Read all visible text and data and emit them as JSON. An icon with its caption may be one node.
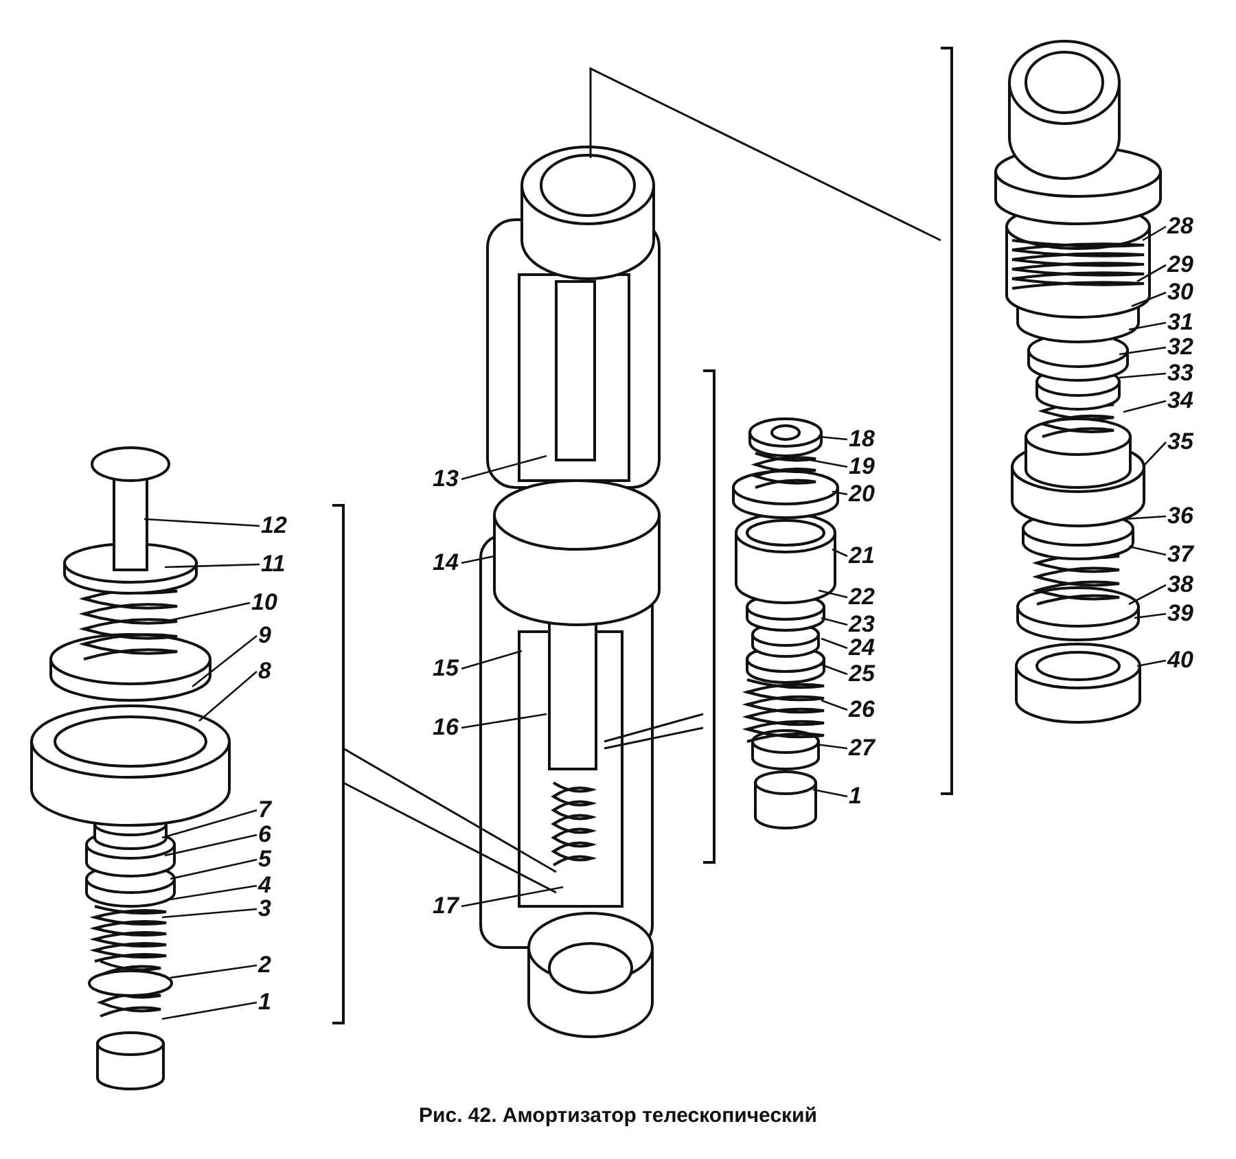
{
  "diagram": {
    "caption": "Рис. 42. Амортизатор телескопический",
    "nodes": [
      {
        "text": [
          "12"
        ]
      },
      {
        "text": [
          "11"
        ]
      },
      {
        "text": [
          "10"
        ]
      },
      {
        "text": [
          "9"
        ]
      },
      {
        "text": [
          "8"
        ]
      },
      {
        "text": [
          "7"
        ]
      },
      {
        "text": [
          "6"
        ]
      },
      {
        "text": [
          "5"
        ]
      },
      {
        "text": [
          "4"
        ]
      },
      {
        "text": [
          "3"
        ]
      },
      {
        "text": [
          "2"
        ]
      },
      {
        "text": [
          "1"
        ]
      },
      {
        "text": [
          "13"
        ]
      },
      {
        "text": [
          "14"
        ]
      },
      {
        "text": [
          "15"
        ]
      },
      {
        "text": [
          "16"
        ]
      },
      {
        "text": [
          "17"
        ]
      },
      {
        "text": [
          "18"
        ]
      },
      {
        "text": [
          "19"
        ]
      },
      {
        "text": [
          "20"
        ]
      },
      {
        "text": [
          "21"
        ]
      },
      {
        "text": [
          "22"
        ]
      },
      {
        "text": [
          "23"
        ]
      },
      {
        "text": [
          "24"
        ]
      },
      {
        "text": [
          "25"
        ]
      },
      {
        "text": [
          "26"
        ]
      },
      {
        "text": [
          "27"
        ]
      },
      {
        "text": [
          "1"
        ]
      },
      {
        "text": [
          "28"
        ]
      },
      {
        "text": [
          "29"
        ]
      },
      {
        "text": [
          "30"
        ]
      },
      {
        "text": [
          "31"
        ]
      },
      {
        "text": [
          "32"
        ]
      },
      {
        "text": [
          "33"
        ]
      },
      {
        "text": [
          "34"
        ]
      },
      {
        "text": [
          "35"
        ]
      },
      {
        "text": [
          "36"
        ]
      },
      {
        "text": [
          "37"
        ]
      },
      {
        "text": [
          "38"
        ]
      },
      {
        "text": [
          "39"
        ]
      },
      {
        "text": [
          "40"
        ]
      }
    ],
    "edges": [
      {
        "from": 0,
        "to": null,
        "arrow": "none"
      },
      {
        "from": 1,
        "to": null,
        "arrow": "none"
      },
      {
        "from": 2,
        "to": null,
        "arrow": "none"
      },
      {
        "from": 3,
        "to": null,
        "arrow": "none"
      },
      {
        "from": 4,
        "to": null,
        "arrow": "none"
      },
      {
        "from": 5,
        "to": null,
        "arrow": "none"
      },
      {
        "from": 6,
        "to": null,
        "arrow": "none"
      },
      {
        "from": 7,
        "to": null,
        "arrow": "none"
      },
      {
        "from": 8,
        "to": null,
        "arrow": "none"
      },
      {
        "from": 9,
        "to": null,
        "arrow": "none"
      },
      {
        "from": 10,
        "to": null,
        "arrow": "none"
      },
      {
        "from": 11,
        "to": null,
        "arrow": "none"
      },
      {
        "from": 12,
        "to": null,
        "arrow": "none"
      },
      {
        "from": 13,
        "to": null,
        "arrow": "none"
      },
      {
        "from": 14,
        "to": null,
        "arrow": "none"
      },
      {
        "from": 15,
        "to": null,
        "arrow": "none"
      },
      {
        "from": 16,
        "to": null,
        "arrow": "none"
      },
      {
        "from": 17,
        "to": null,
        "arrow": "none"
      },
      {
        "from": 18,
        "to": null,
        "arrow": "none"
      },
      {
        "from": 19,
        "to": null,
        "arrow": "none"
      },
      {
        "from": 20,
        "to": null,
        "arrow": "none"
      },
      {
        "from": 21,
        "to": null,
        "arrow": "none"
      },
      {
        "from": 22,
        "to": null,
        "arrow": "none"
      },
      {
        "from": 23,
        "to": null,
        "arrow": "none"
      },
      {
        "from": 24,
        "to": null,
        "arrow": "none"
      },
      {
        "from": 25,
        "to": null,
        "arrow": "none"
      },
      {
        "from": 26,
        "to": null,
        "arrow": "none"
      },
      {
        "from": 27,
        "to": null,
        "arrow": "none"
      },
      {
        "from": 28,
        "to": null,
        "arrow": "none"
      },
      {
        "from": 29,
        "to": null,
        "arrow": "none"
      },
      {
        "from": 30,
        "to": null,
        "arrow": "none"
      },
      {
        "from": 31,
        "to": null,
        "arrow": "none"
      },
      {
        "from": 32,
        "to": null,
        "arrow": "none"
      },
      {
        "from": 33,
        "to": null,
        "arrow": "none"
      },
      {
        "from": 34,
        "to": null,
        "arrow": "none"
      },
      {
        "from": 35,
        "to": null,
        "arrow": "none"
      },
      {
        "from": 36,
        "to": null,
        "arrow": "none"
      },
      {
        "from": 37,
        "to": null,
        "arrow": "none"
      },
      {
        "from": 38,
        "to": null,
        "arrow": "none"
      },
      {
        "from": 39,
        "to": null,
        "arrow": "none"
      },
      {
        "from": 40,
        "to": null,
        "arrow": "none"
      }
    ]
  }
}
